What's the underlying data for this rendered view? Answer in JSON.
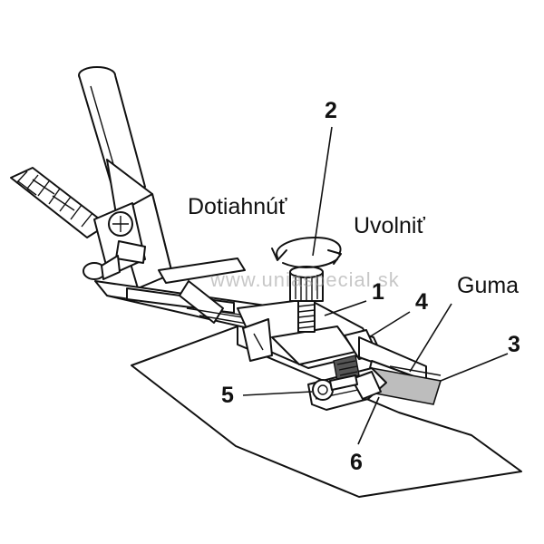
{
  "labels": {
    "tighten": "Dotiahnúť",
    "loosen": "Uvolniť",
    "elastic": "Guma",
    "n1": "1",
    "n2": "2",
    "n3": "3",
    "n4": "4",
    "n5": "5",
    "n6": "6"
  },
  "watermark": "www.uniaspecial.sk",
  "colors": {
    "ink": "#111111",
    "paper": "#ffffff",
    "elastic_fill": "#bdbdbd"
  }
}
